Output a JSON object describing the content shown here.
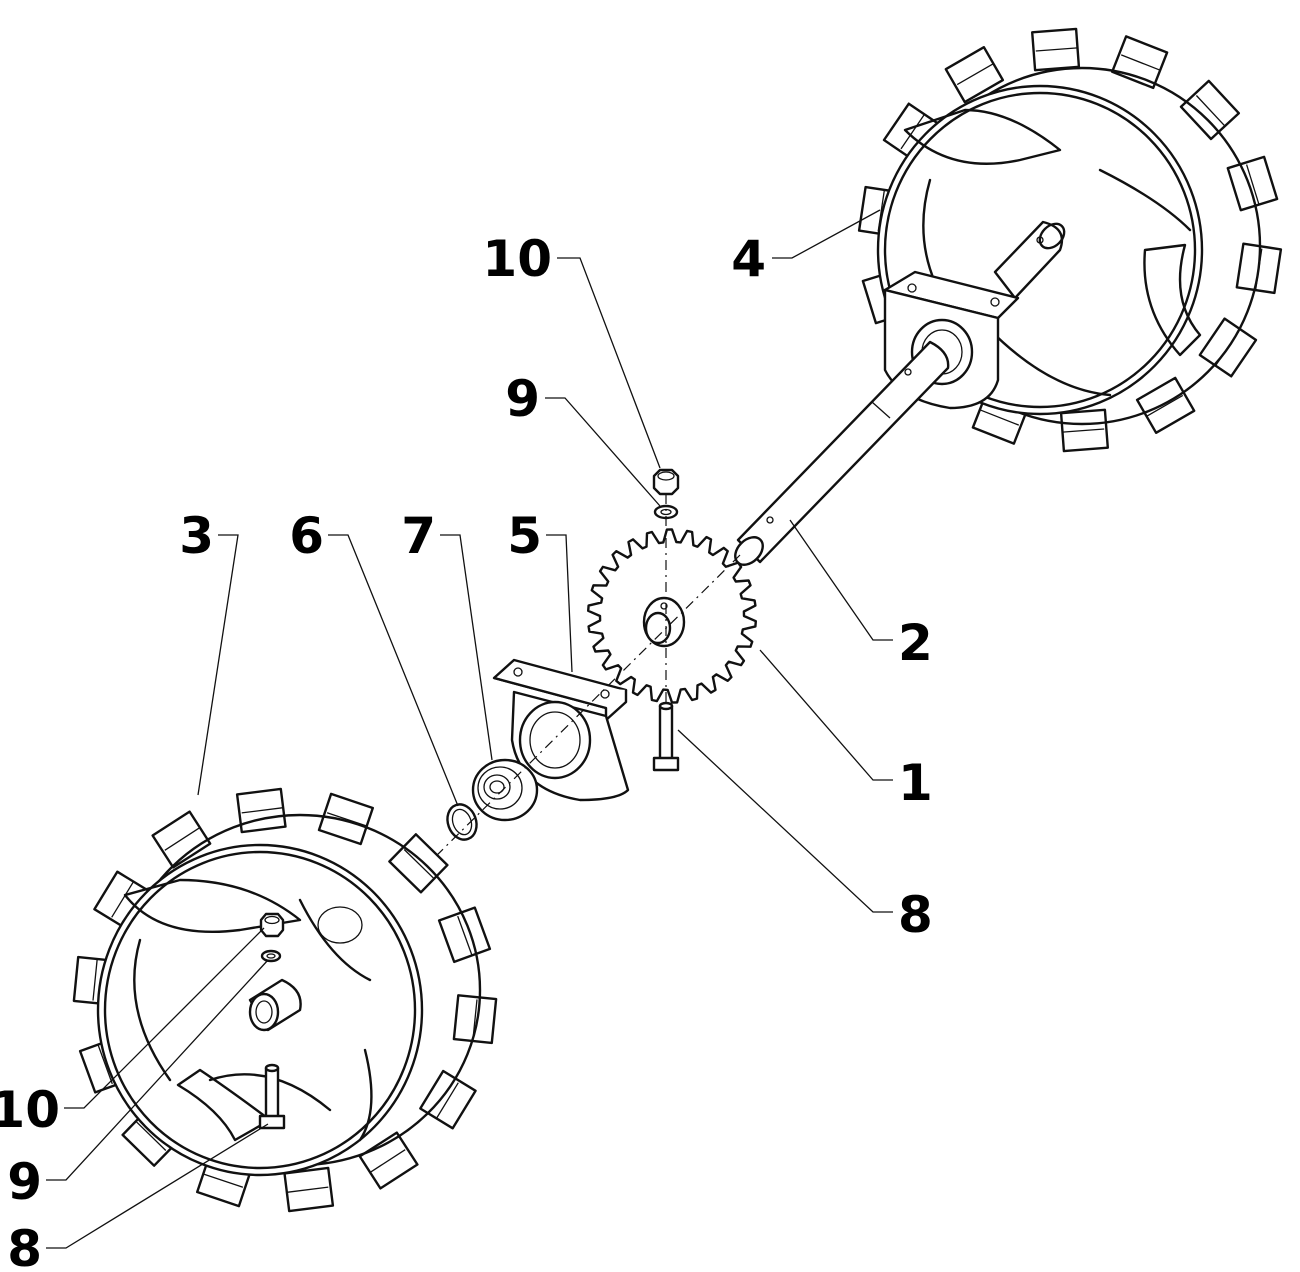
{
  "diagram": {
    "callouts": [
      {
        "id": "c10a",
        "text": "10"
      },
      {
        "id": "c9a",
        "text": "9"
      },
      {
        "id": "c4",
        "text": "4"
      },
      {
        "id": "c3",
        "text": "3"
      },
      {
        "id": "c6",
        "text": "6"
      },
      {
        "id": "c7",
        "text": "7"
      },
      {
        "id": "c5",
        "text": "5"
      },
      {
        "id": "c2",
        "text": "2"
      },
      {
        "id": "c1",
        "text": "1"
      },
      {
        "id": "c8a",
        "text": "8"
      },
      {
        "id": "c10b",
        "text": "10"
      },
      {
        "id": "c9b",
        "text": "9"
      },
      {
        "id": "c8b",
        "text": "8"
      }
    ]
  }
}
